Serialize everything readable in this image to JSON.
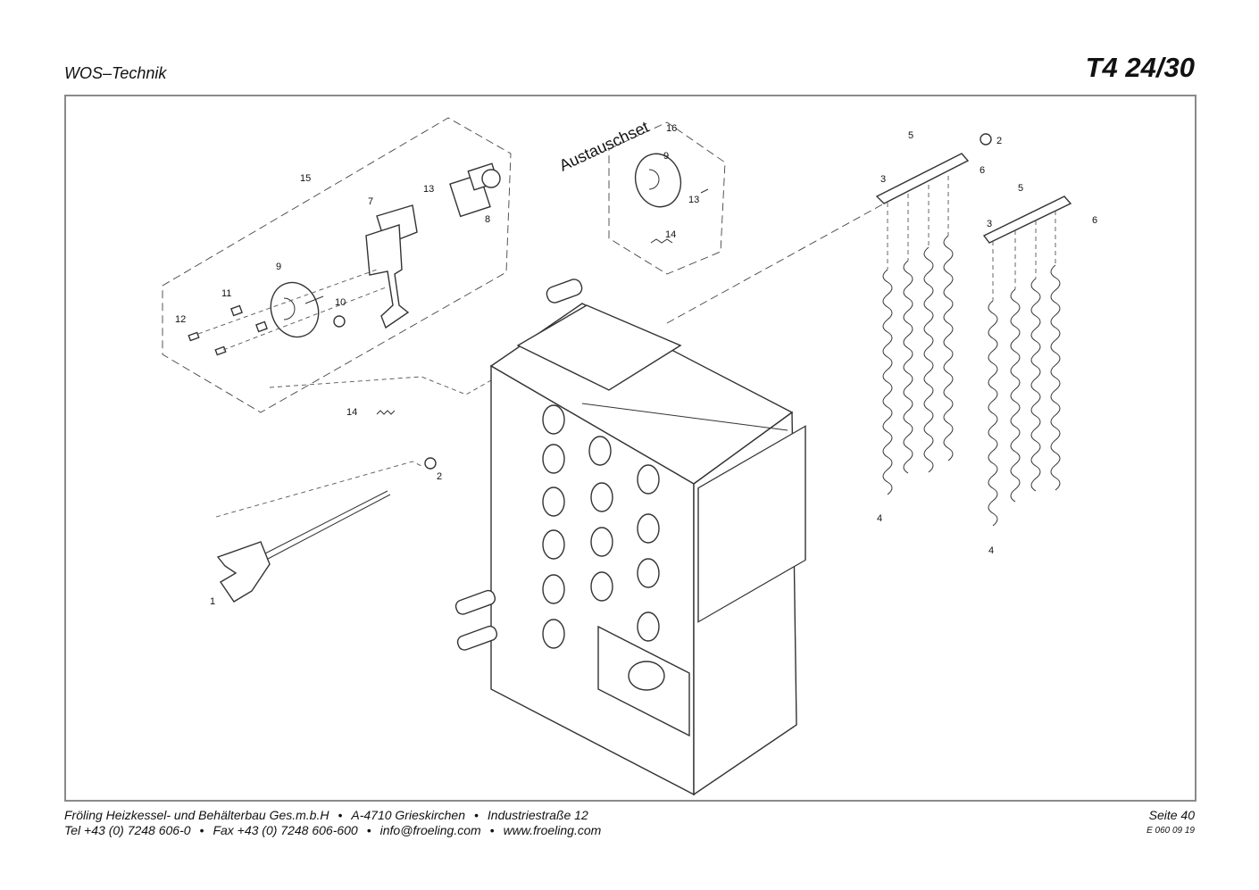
{
  "header": {
    "left_title": "WOS–Technik",
    "model": "T4 24/30"
  },
  "diagram": {
    "kit_label": "Austauschset",
    "callouts": [
      "1",
      "2",
      "2",
      "3",
      "3",
      "4",
      "4",
      "5",
      "5",
      "6",
      "6",
      "7",
      "8",
      "9",
      "9",
      "10",
      "11",
      "12",
      "13",
      "13",
      "14",
      "14",
      "15",
      "16"
    ]
  },
  "footer": {
    "company": "Fröling Heizkessel- und Behälterbau Ges.m.b.H",
    "address_city": "A-4710 Grieskirchen",
    "address_street": "Industriestraße 12",
    "tel": "Tel +43 (0) 7248 606-0",
    "fax": "Fax +43 (0) 7248 606-600",
    "email": "info@froeling.com",
    "web": "www.froeling.com",
    "page": "Seite 40",
    "doc_number": "E 060 09 19",
    "bullet": "•"
  }
}
